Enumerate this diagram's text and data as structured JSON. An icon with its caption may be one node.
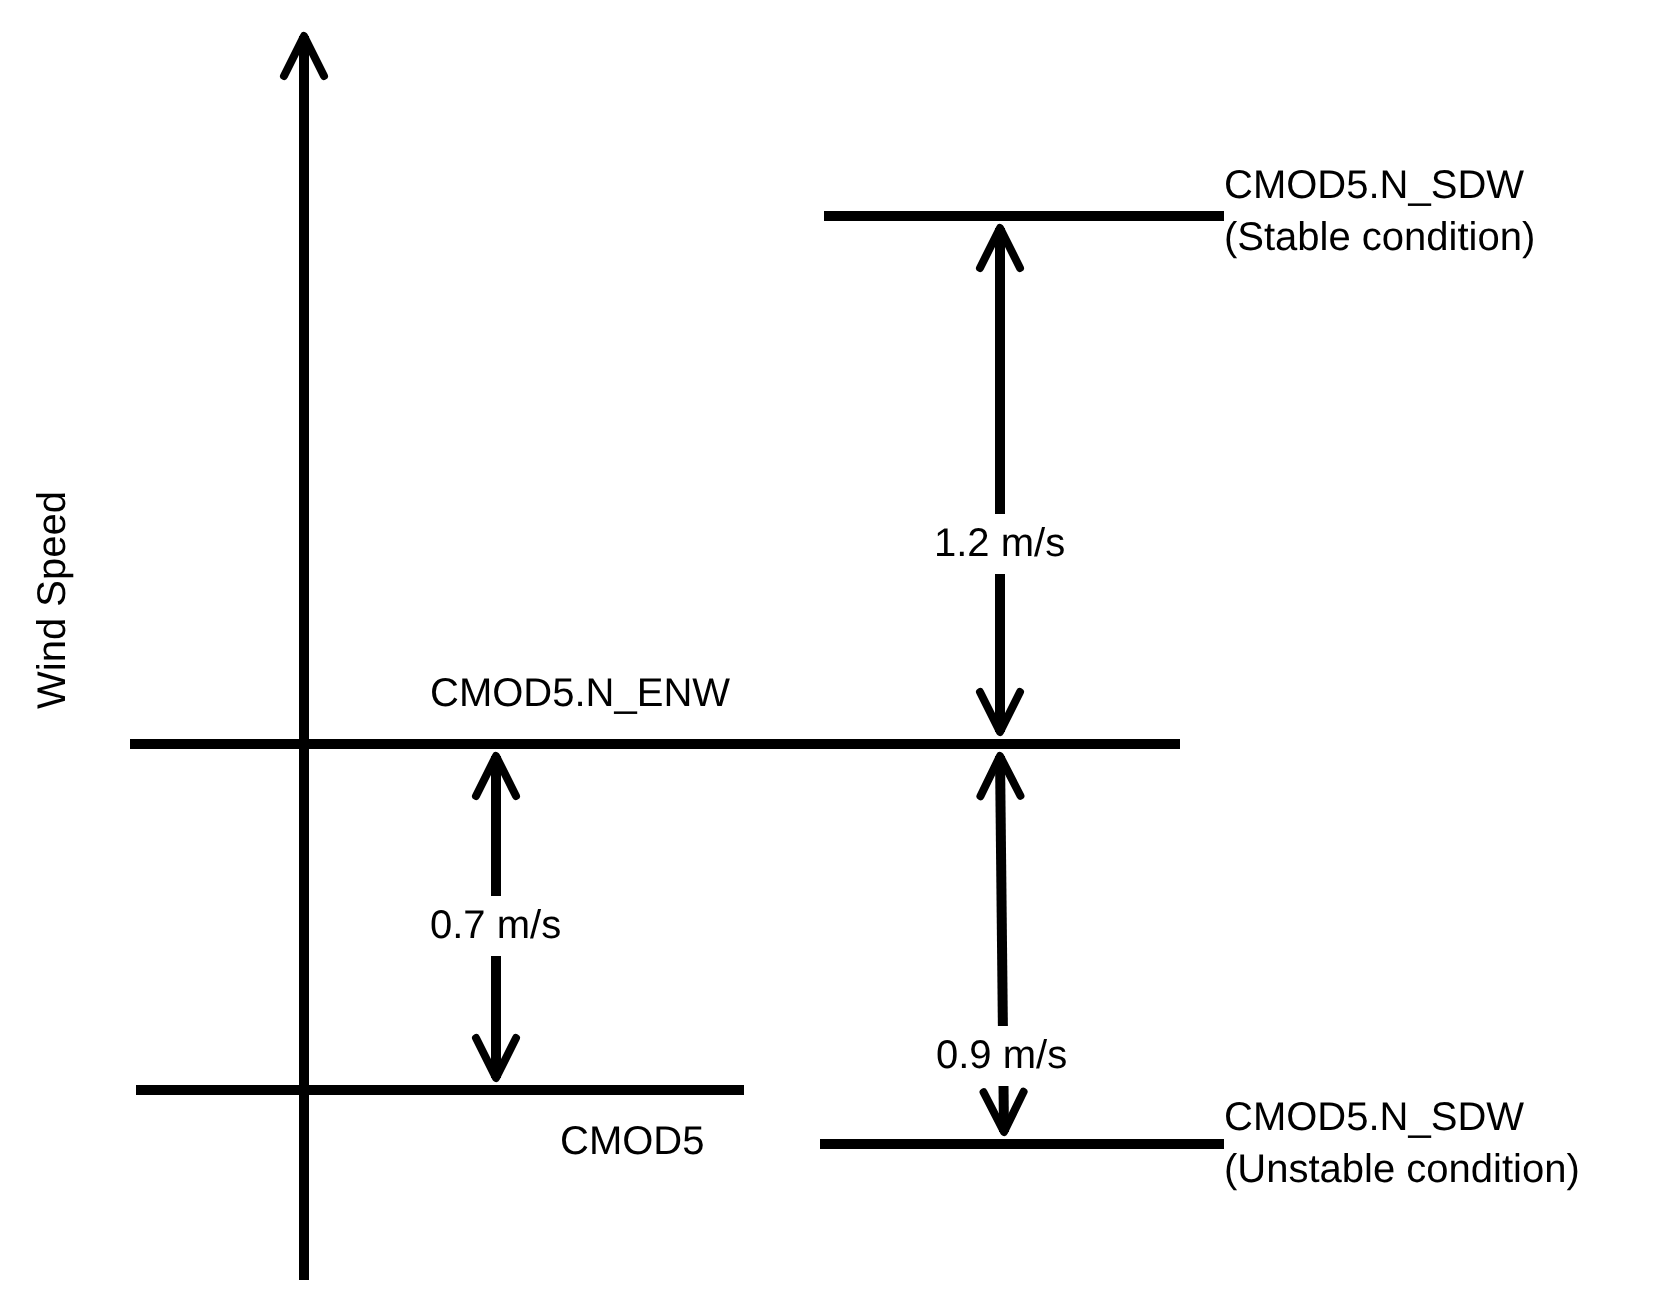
{
  "diagram": {
    "labels": [
      "CMOD5.N_SDW (Stable condition)",
      "1.2 m/s",
      "Wind Speed",
      "CMOD5.N_ENW",
      "0.7 m/s",
      "0.9 m/s",
      "CMOD5.N_SDW (Unstable condition)",
      "CMOD5"
    ]
  }
}
